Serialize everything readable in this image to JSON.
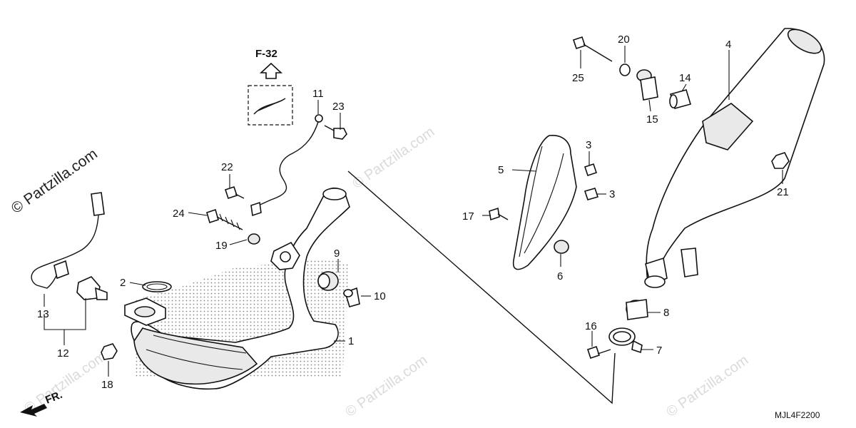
{
  "diagram": {
    "reference": "F-32",
    "front_indicator": "FR.",
    "diagram_code": "MJL4F2200",
    "watermark": "© Partzilla.com",
    "faint_watermark": "© Partzilla.com"
  },
  "callouts": [
    {
      "id": "1",
      "label": "1"
    },
    {
      "id": "2",
      "label": "2"
    },
    {
      "id": "3a",
      "label": "3"
    },
    {
      "id": "3b",
      "label": "3"
    },
    {
      "id": "4",
      "label": "4"
    },
    {
      "id": "5",
      "label": "5"
    },
    {
      "id": "6",
      "label": "6"
    },
    {
      "id": "7",
      "label": "7"
    },
    {
      "id": "8",
      "label": "8"
    },
    {
      "id": "9",
      "label": "9"
    },
    {
      "id": "10",
      "label": "10"
    },
    {
      "id": "11",
      "label": "11"
    },
    {
      "id": "12",
      "label": "12"
    },
    {
      "id": "13",
      "label": "13"
    },
    {
      "id": "14",
      "label": "14"
    },
    {
      "id": "15",
      "label": "15"
    },
    {
      "id": "16",
      "label": "16"
    },
    {
      "id": "17",
      "label": "17"
    },
    {
      "id": "18",
      "label": "18"
    },
    {
      "id": "19",
      "label": "19"
    },
    {
      "id": "20",
      "label": "20"
    },
    {
      "id": "21",
      "label": "21"
    },
    {
      "id": "22",
      "label": "22"
    },
    {
      "id": "23",
      "label": "23"
    },
    {
      "id": "24",
      "label": "24"
    },
    {
      "id": "25",
      "label": "25"
    }
  ]
}
